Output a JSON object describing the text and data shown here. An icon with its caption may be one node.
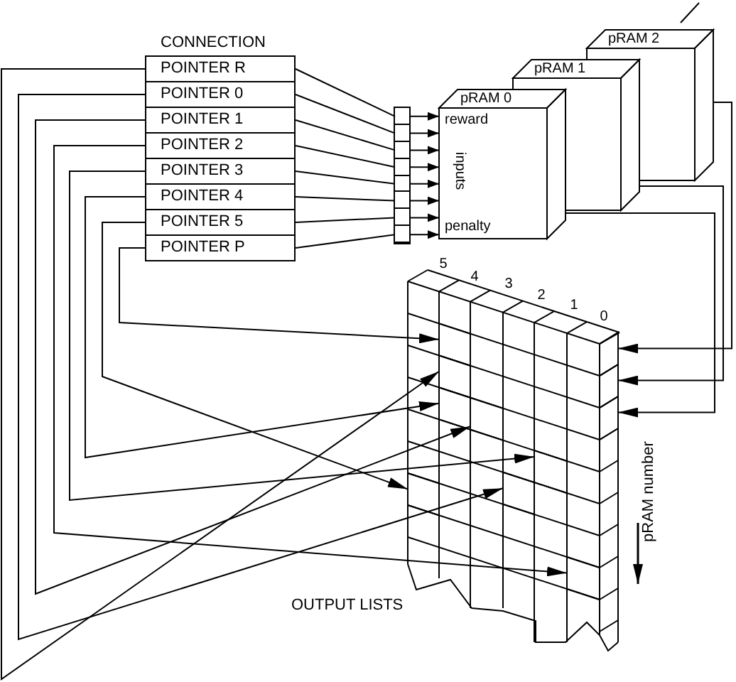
{
  "diagram": {
    "nodes": [
      {
        "text": [
          "CONNECTION"
        ]
      },
      {
        "text": [
          "POINTER R"
        ],
        "in": 0
      },
      {
        "text": [
          "POINTER 0"
        ],
        "in": 0
      },
      {
        "text": [
          "POINTER 1"
        ],
        "in": 0
      },
      {
        "text": [
          "POINTER 2"
        ],
        "in": 0
      },
      {
        "text": [
          "POINTER 3"
        ],
        "in": 0
      },
      {
        "text": [
          "POINTER 4"
        ],
        "in": 0
      },
      {
        "text": [
          "POINTER 5"
        ],
        "in": 0
      },
      {
        "text": [
          "POINTER P"
        ],
        "in": 0
      },
      {
        "text": [],
        "shape": "box"
      },
      {
        "text": [],
        "shape": "box",
        "in": 9
      },
      {
        "text": [],
        "shape": "box",
        "in": 9
      },
      {
        "text": [],
        "shape": "box",
        "in": 9
      },
      {
        "text": [],
        "shape": "box",
        "in": 9
      },
      {
        "text": [],
        "shape": "box",
        "in": 9
      },
      {
        "text": [],
        "shape": "box",
        "in": 9
      },
      {
        "text": [],
        "shape": "box",
        "in": 9
      },
      {
        "text": [],
        "shape": "box",
        "in": 9
      },
      {
        "text": [
          "pRAM 2"
        ]
      },
      {
        "text": [
          "pRAM 1"
        ]
      },
      {
        "text": [
          "pRAM 0",
          "reward",
          "inputs",
          "penalty"
        ]
      },
      {
        "text": [
          "OUTPUT LISTS"
        ]
      },
      {
        "text": [],
        "shape": "box",
        "in": 21
      },
      {
        "text": [],
        "shape": "box",
        "in": 21
      },
      {
        "text": [],
        "shape": "box",
        "in": 21
      },
      {
        "text": [],
        "shape": "box",
        "in": 21
      },
      {
        "text": [],
        "shape": "box",
        "in": 21
      },
      {
        "text": [],
        "shape": "box",
        "in": 21
      },
      {
        "text": [],
        "shape": "box",
        "in": 21
      },
      {
        "text": [],
        "shape": "box",
        "in": 21
      },
      {
        "text": [],
        "shape": "box",
        "in": 21
      },
      {
        "text": [],
        "shape": "box",
        "in": 21
      },
      {
        "text": [],
        "shape": "box",
        "in": 21
      }
    ],
    "edges": [
      {
        "from": 1,
        "to": 10,
        "arrow": "none"
      },
      {
        "from": 2,
        "to": 11,
        "arrow": "none"
      },
      {
        "from": 3,
        "to": 12,
        "arrow": "none"
      },
      {
        "from": 4,
        "to": 13,
        "arrow": "none"
      },
      {
        "from": 5,
        "to": 14,
        "arrow": "none"
      },
      {
        "from": 6,
        "to": 15,
        "arrow": "none"
      },
      {
        "from": 7,
        "to": 16,
        "arrow": "none"
      },
      {
        "from": 8,
        "to": 17,
        "arrow": "none"
      },
      {
        "from": 10,
        "to": 20,
        "arrow": "to"
      },
      {
        "from": 11,
        "to": 20,
        "arrow": "to"
      },
      {
        "from": 12,
        "to": 20,
        "arrow": "to"
      },
      {
        "from": 13,
        "to": 20,
        "arrow": "to"
      },
      {
        "from": 14,
        "to": 20,
        "arrow": "to"
      },
      {
        "from": 15,
        "to": 20,
        "arrow": "to"
      },
      {
        "from": 16,
        "to": 20,
        "arrow": "to"
      },
      {
        "from": 17,
        "to": 20,
        "arrow": "to"
      },
      {
        "from": 18,
        "to": 23,
        "arrow": "to"
      },
      {
        "from": 19,
        "to": 25,
        "arrow": "to"
      },
      {
        "from": 20,
        "to": 27,
        "arrow": "to"
      },
      {
        "from": 1,
        "to": 24,
        "arrow": "to"
      },
      {
        "from": 2,
        "to": 31,
        "arrow": "to"
      },
      {
        "from": 3,
        "to": 28,
        "arrow": "to"
      },
      {
        "from": 4,
        "to": 32,
        "arrow": "to"
      },
      {
        "from": 5,
        "to": 29,
        "arrow": "to"
      },
      {
        "from": 6,
        "to": 26,
        "arrow": "to"
      },
      {
        "from": 7,
        "to": 30,
        "arrow": "to"
      },
      {
        "from": 8,
        "to": 22,
        "arrow": "to"
      }
    ],
    "labels": [
      "5",
      "4",
      "3",
      "2",
      "1",
      "0",
      "pRAM number"
    ]
  }
}
